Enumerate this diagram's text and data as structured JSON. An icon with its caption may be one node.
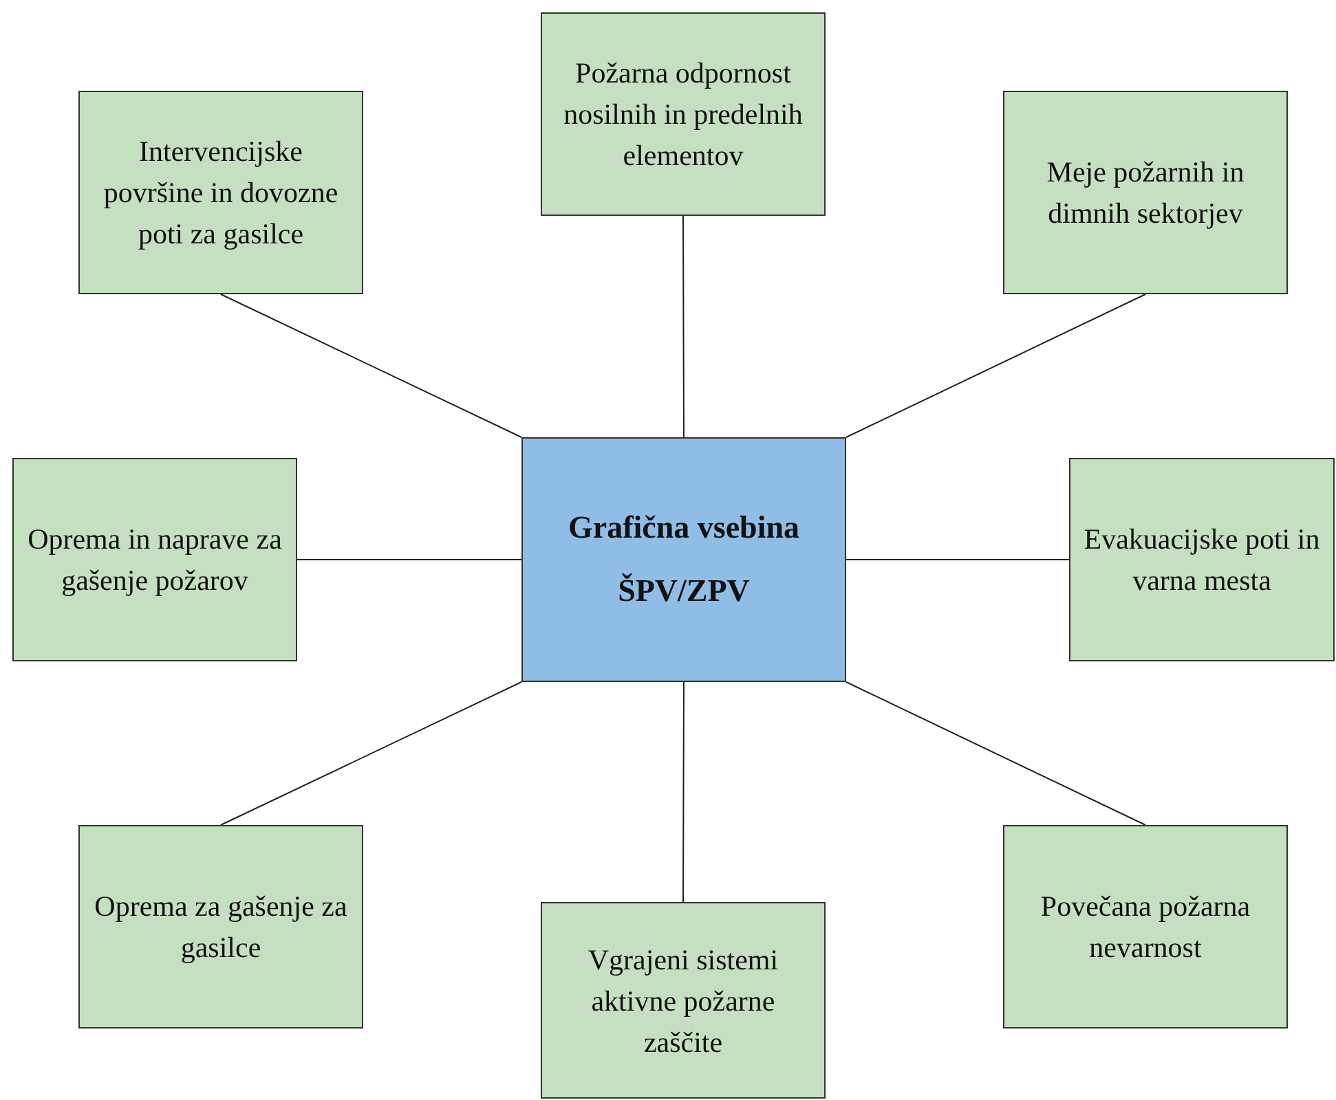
{
  "diagram": {
    "nodes": [
      {
        "text": [
          "Požarna odpornost nosilnih in predelnih elementov"
        ]
      },
      {
        "text": [
          "Intervencijske površine in dovozne poti za gasilce"
        ]
      },
      {
        "text": [
          "Meje požarnih in dimnih sektorjev"
        ]
      },
      {
        "text": [
          "Grafična vsebina ŠPV/ZPV"
        ]
      },
      {
        "text": [
          "Oprema in naprave za gašenje požarov"
        ]
      },
      {
        "text": [
          "Evakuacijske poti in varna mesta"
        ]
      },
      {
        "text": [
          "Oprema za gašenje za gasilce"
        ]
      },
      {
        "text": [
          "Povečana požarna nevarnost"
        ]
      },
      {
        "text": [
          "Vgrajeni sistemi aktivne požarne zaščite"
        ]
      }
    ],
    "edges": [
      {
        "from": 3,
        "to": 0,
        "arrow": "none"
      },
      {
        "from": 3,
        "to": 1,
        "arrow": "none"
      },
      {
        "from": 3,
        "to": 2,
        "arrow": "none"
      },
      {
        "from": 3,
        "to": 4,
        "arrow": "none"
      },
      {
        "from": 3,
        "to": 5,
        "arrow": "none"
      },
      {
        "from": 3,
        "to": 6,
        "arrow": "none"
      },
      {
        "from": 3,
        "to": 7,
        "arrow": "none"
      },
      {
        "from": 3,
        "to": 8,
        "arrow": "none"
      }
    ]
  }
}
